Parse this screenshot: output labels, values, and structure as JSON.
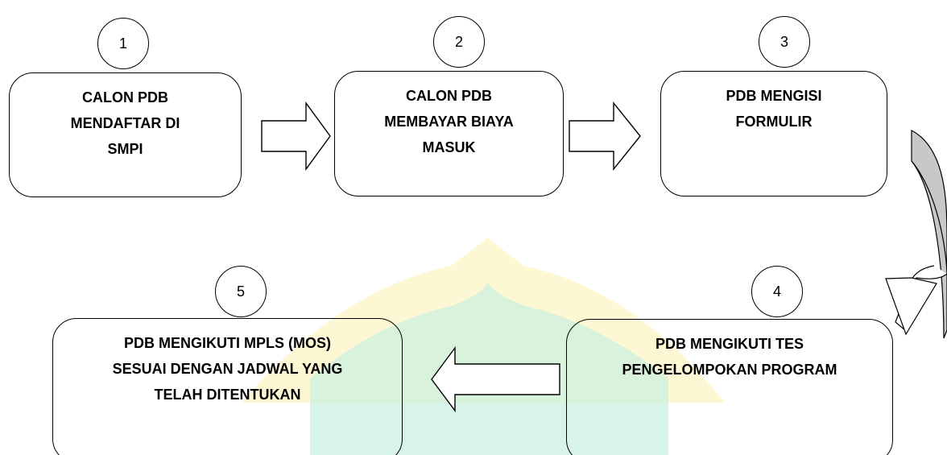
{
  "steps": [
    {
      "number": "1",
      "text": "CALON PDB\nMENDAFTAR DI\nSMPI"
    },
    {
      "number": "2",
      "text": "CALON PDB\nMEMBAYAR BIAYA\nMASUK"
    },
    {
      "number": "3",
      "text": "PDB MENGISI\nFORMULIR"
    },
    {
      "number": "4",
      "text": "PDB MENGIKUTI TES\nPENGELOMPOKAN PROGRAM"
    },
    {
      "number": "5",
      "text": "PDB MENGIKUTI MPLS (MOS)\nSESUAI DENGAN JADWAL YANG\nTELAH DITENTUKAN"
    }
  ],
  "colors": {
    "line": "#000000",
    "curved_arrow_fill": "#c8c8c8",
    "watermark_yellow": "#fbf1b0",
    "watermark_green": "#c8efe0"
  }
}
